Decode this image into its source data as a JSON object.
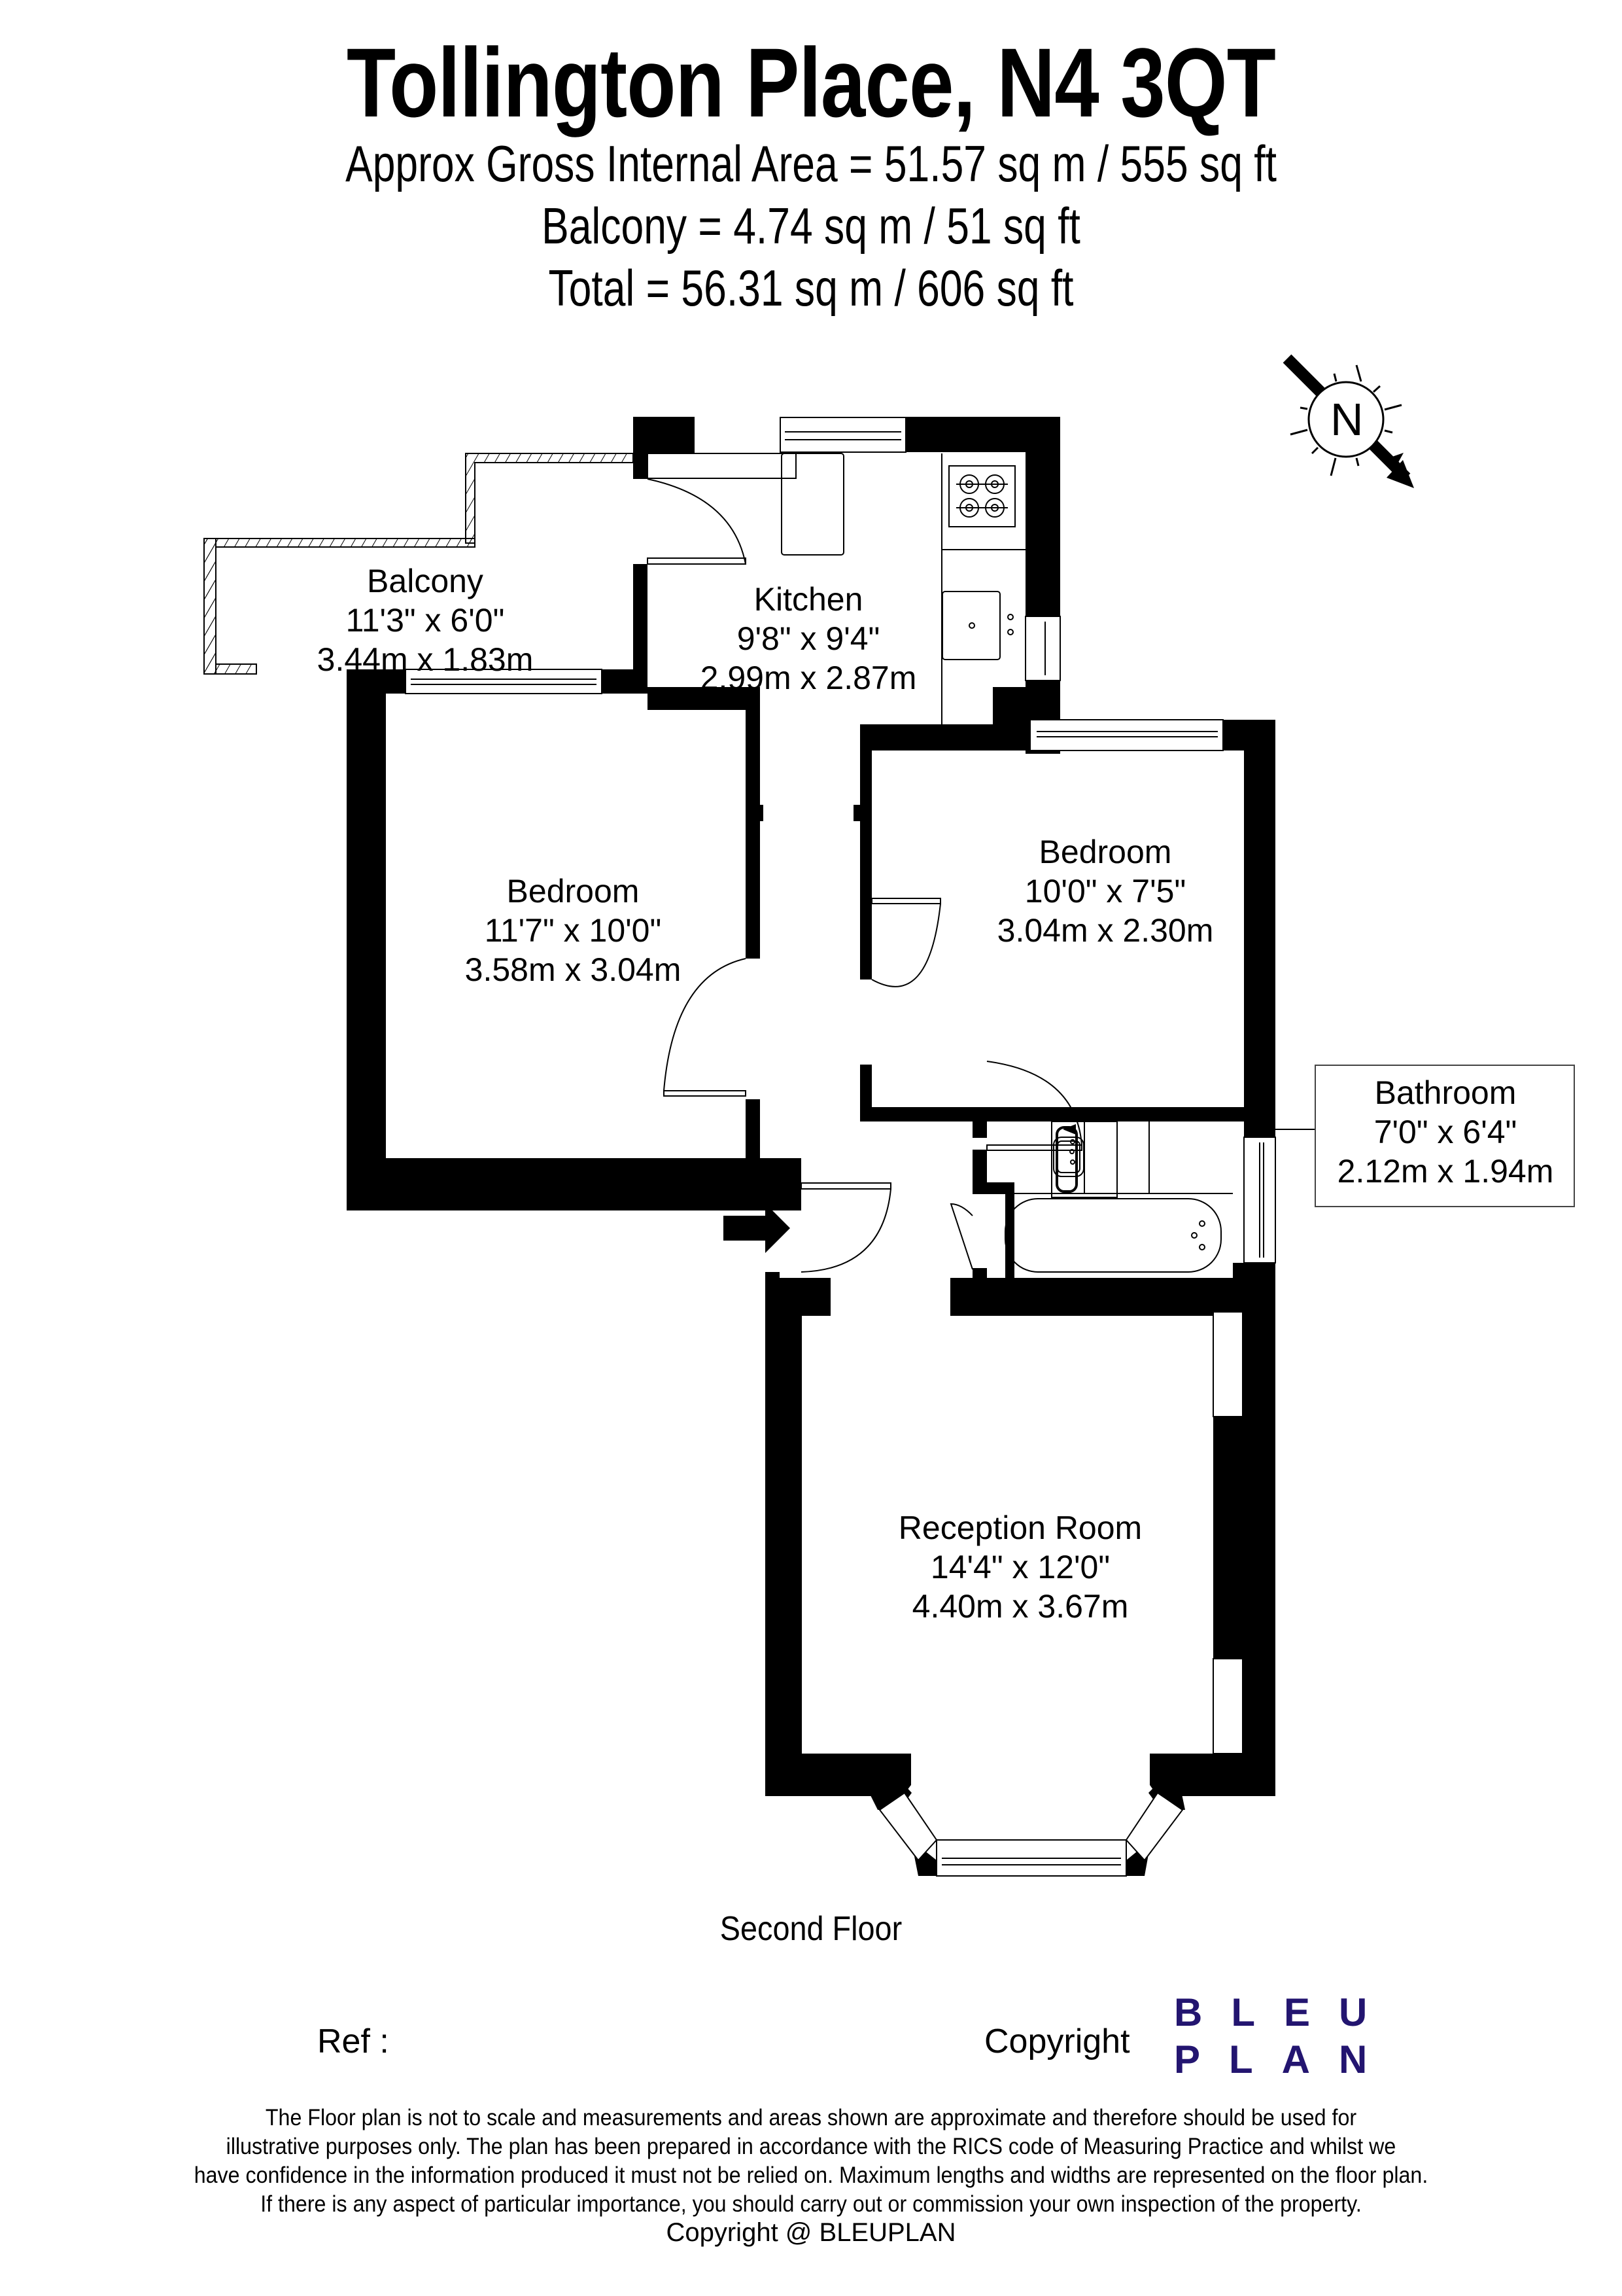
{
  "header": {
    "title": "Tollington Place, N4 3QT",
    "gross_internal_area": "Approx Gross Internal Area = 51.57 sq m / 555 sq ft",
    "balcony_area": "Balcony = 4.74 sq m / 51 sq ft",
    "total_area": "Total = 56.31 sq m / 606 sq ft"
  },
  "compass": {
    "label": "N",
    "icon": "north-arrow-icon"
  },
  "rooms": {
    "balcony": {
      "name": "Balcony",
      "imperial": "11'3\" x 6'0\"",
      "metric": "3.44m x 1.83m"
    },
    "kitchen": {
      "name": "Kitchen",
      "imperial": "9'8\" x 9'4\"",
      "metric": "2.99m x 2.87m"
    },
    "bedroom1": {
      "name": "Bedroom",
      "imperial": "11'7\" x 10'0\"",
      "metric": "3.58m x 3.04m"
    },
    "bedroom2": {
      "name": "Bedroom",
      "imperial": "10'0\" x 7'5\"",
      "metric": "3.04m x 2.30m"
    },
    "bathroom": {
      "name": "Bathroom",
      "imperial": "7'0\" x 6'4\"",
      "metric": "2.12m x 1.94m"
    },
    "reception": {
      "name": "Reception Room",
      "imperial": "14'4\" x 12'0\"",
      "metric": "4.40m x 3.67m"
    }
  },
  "floor_label": "Second Floor",
  "footer": {
    "ref_label": "Ref  :",
    "copyright_label": "Copyright",
    "logo_line1": "BLEU",
    "logo_line2": "PLAN",
    "logo_color": "#231570",
    "disclaimer": [
      "The Floor plan is not to scale and measurements and areas shown are approximate and therefore should be used for",
      "illustrative purposes only. The plan has been prepared in accordance with the RICS code of Measuring Practice and whilst we",
      "have confidence in the information produced it must not be relied on. Maximum lengths and widths are represented on the floor plan.",
      "If there is any aspect of particular importance, you should carry out or commission your own inspection of the property."
    ],
    "copyright_line": "Copyright @ BLEUPLAN"
  }
}
